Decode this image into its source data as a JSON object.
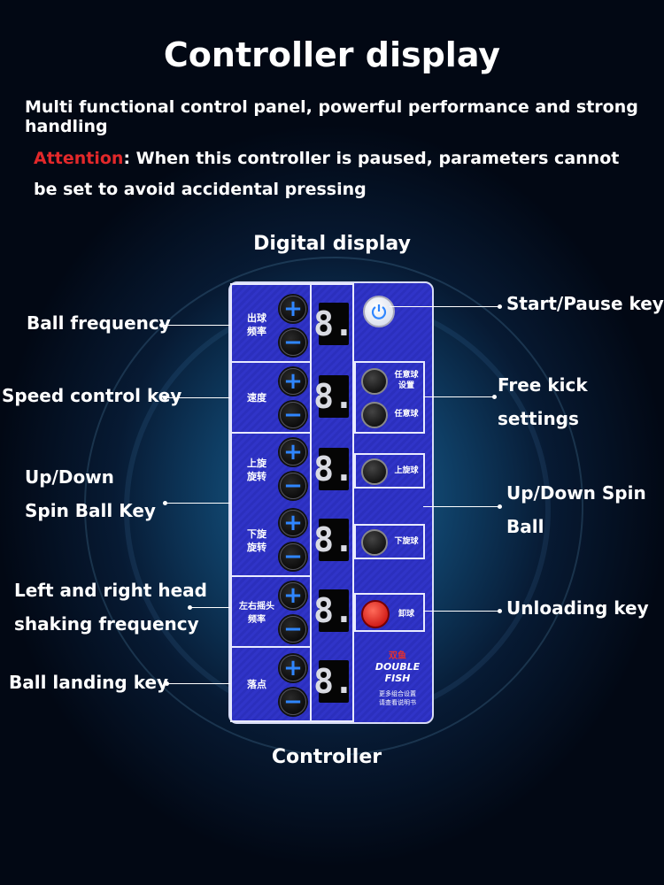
{
  "header": {
    "title": "Controller display",
    "subtitle": "Multi functional control panel, powerful performance and strong handling",
    "attention_label": "Attention",
    "attention_text": ": When this controller is paused, parameters cannot be set to avoid accidental pressing"
  },
  "labels": {
    "digital_display": "Digital display",
    "controller": "Controller"
  },
  "callouts_left": {
    "ball_frequency": "Ball frequency",
    "speed_control": "Speed control key",
    "spin_line1": "Up/Down",
    "spin_line2": "Spin Ball Key",
    "shake_line1": "Left and right head",
    "shake_line2": "shaking frequency",
    "ball_landing": "Ball landing key"
  },
  "callouts_right": {
    "start_pause": "Start/Pause key",
    "free_kick": "Free kick settings",
    "spin_line1": "Up/Down Spin",
    "spin_line2": "Ball",
    "unloading": "Unloading key"
  },
  "panel": {
    "rows": [
      {
        "label": "出球\n频率",
        "digit": "8."
      },
      {
        "label": "速度",
        "digit": "8."
      },
      {
        "label": "上旋\n旋转",
        "digit": "8."
      },
      {
        "label": "下旋\n旋转",
        "digit": "8."
      },
      {
        "label": "左右摇头\n频率",
        "digit": "8."
      },
      {
        "label": "落点",
        "digit": "8."
      }
    ],
    "plus": "+",
    "minus": "−",
    "right_keys": {
      "free_set": "任意球\n设置",
      "free": "任意球",
      "topspin": "上旋球",
      "backspin": "下旋球",
      "unload": "卸球"
    },
    "brand_cn": "双鱼",
    "brand_en": "DOUBLE FISH",
    "brand_note": "更多组合设置\n请查看说明书"
  },
  "colors": {
    "accent_red": "#e3282a",
    "panel_blue": "#2b2fbd",
    "plus_minus_blue": "#2f86ff"
  }
}
